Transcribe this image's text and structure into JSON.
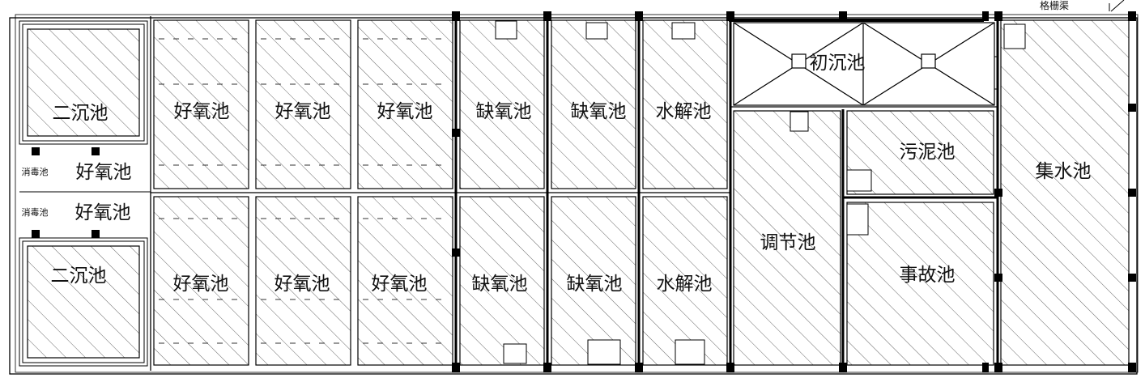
{
  "header": {
    "grille_label": "格栅渠"
  },
  "labels": {
    "secondary_clarifier_top": "二沉池",
    "secondary_clarifier_bottom": "二沉池",
    "disinfection_top": "消毒池",
    "disinfection_bottom": "消毒池",
    "aerobic_left_top": "好氧池",
    "aerobic_left_bottom": "好氧池",
    "aerobic_1": "好氧池",
    "aerobic_2": "好氧池",
    "aerobic_3": "好氧池",
    "aerobic_4": "好氧池",
    "aerobic_5": "好氧池",
    "aerobic_6": "好氧池",
    "anoxic_1": "缺氧池",
    "anoxic_2": "缺氧池",
    "anoxic_3": "缺氧池",
    "anoxic_4": "缺氧池",
    "hydrolysis_top": "水解池",
    "hydrolysis_bottom": "水解池",
    "primary_clarifier": "初沉池",
    "regulating_tank": "调节池",
    "sludge_tank": "污泥池",
    "accident_tank": "事故池",
    "collection_tank": "集水池"
  }
}
